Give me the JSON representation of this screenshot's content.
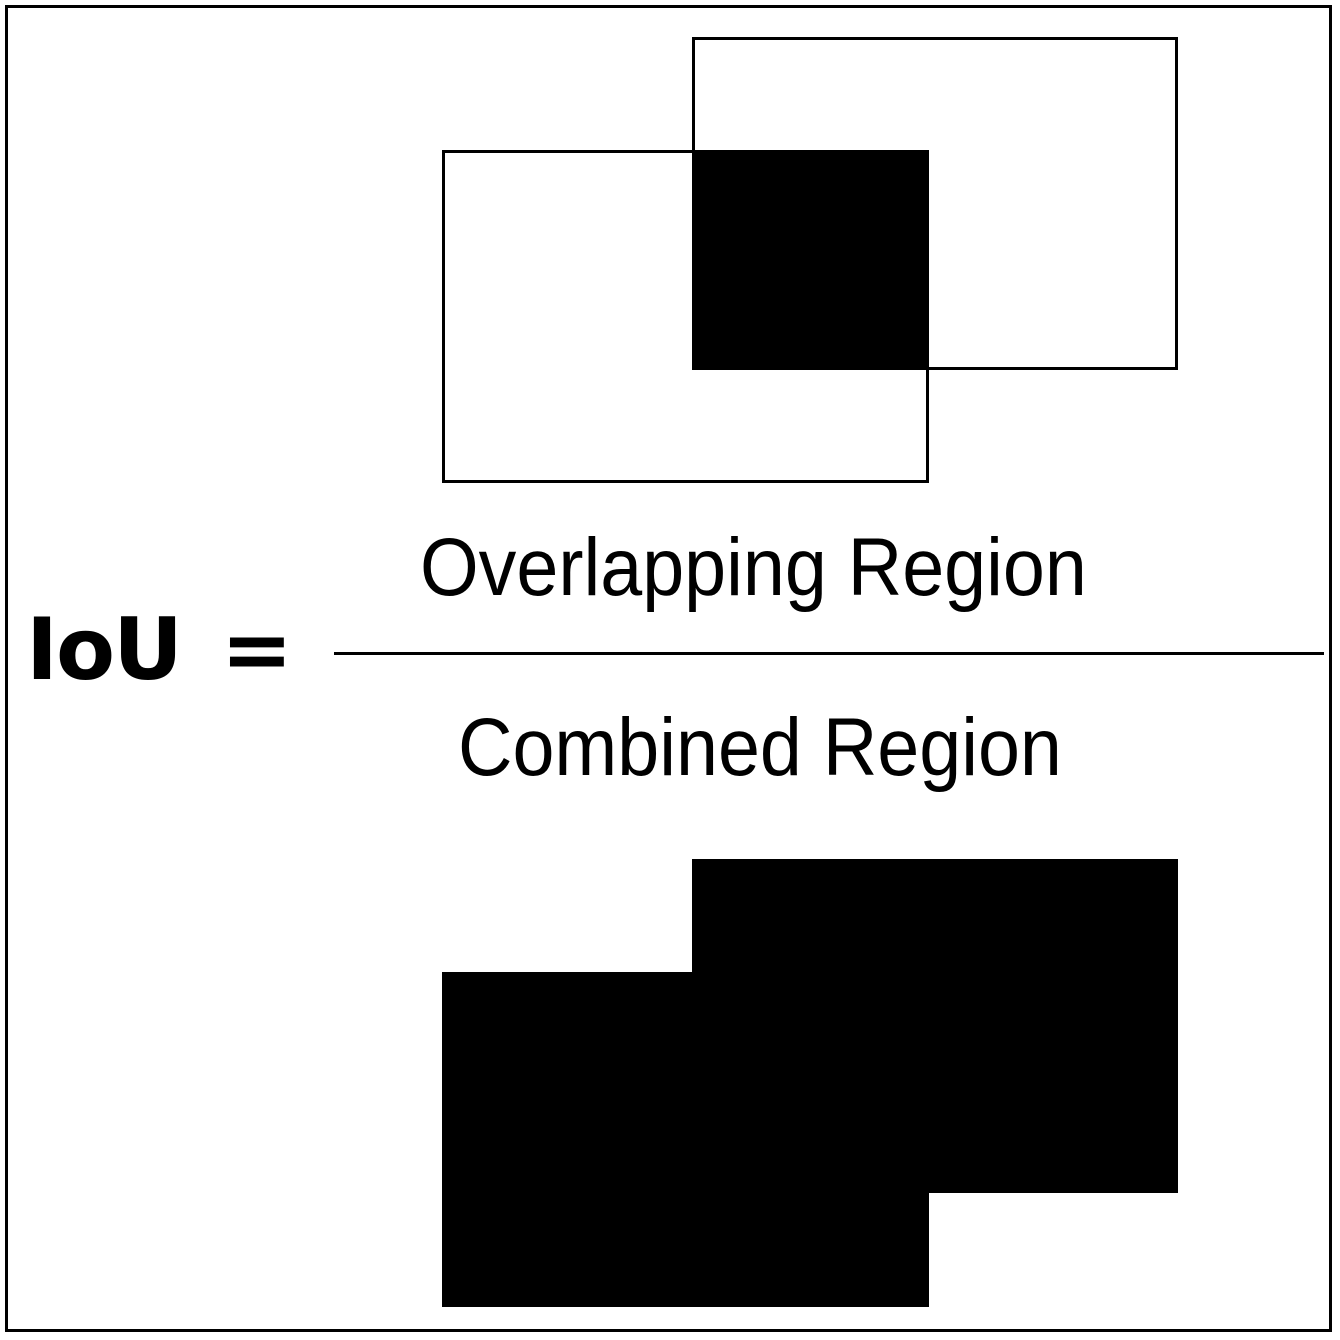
{
  "formula": {
    "lhs_label": "IoU",
    "equals_sign": "=",
    "numerator": "Overlapping Region",
    "denominator": "Combined Region"
  },
  "colors": {
    "ink": "#000000",
    "background": "#ffffff"
  }
}
